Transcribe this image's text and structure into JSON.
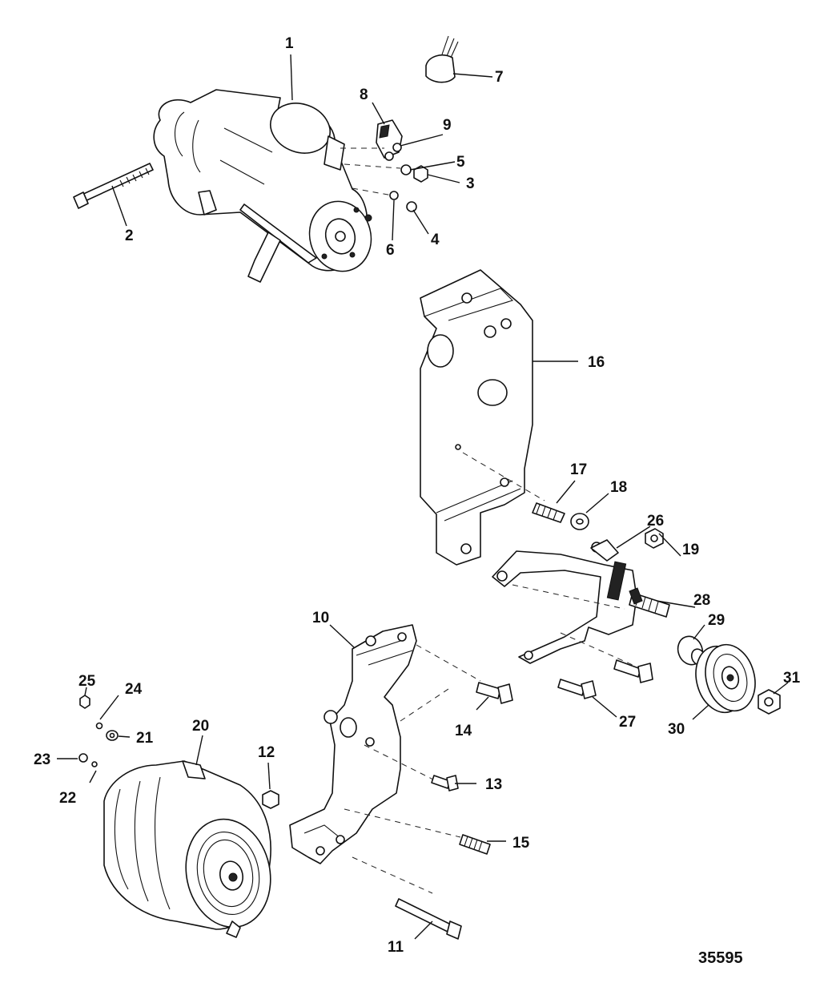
{
  "figure_number": "35595",
  "callouts": [
    {
      "id": "1",
      "label": "1"
    },
    {
      "id": "2",
      "label": "2"
    },
    {
      "id": "3",
      "label": "3"
    },
    {
      "id": "4",
      "label": "4"
    },
    {
      "id": "5",
      "label": "5"
    },
    {
      "id": "6",
      "label": "6"
    },
    {
      "id": "7",
      "label": "7"
    },
    {
      "id": "8",
      "label": "8"
    },
    {
      "id": "9",
      "label": "9"
    },
    {
      "id": "10",
      "label": "10"
    },
    {
      "id": "11",
      "label": "11"
    },
    {
      "id": "12",
      "label": "12"
    },
    {
      "id": "13",
      "label": "13"
    },
    {
      "id": "14",
      "label": "14"
    },
    {
      "id": "15",
      "label": "15"
    },
    {
      "id": "16",
      "label": "16"
    },
    {
      "id": "17",
      "label": "17"
    },
    {
      "id": "18",
      "label": "18"
    },
    {
      "id": "19",
      "label": "19"
    },
    {
      "id": "20",
      "label": "20"
    },
    {
      "id": "21",
      "label": "21"
    },
    {
      "id": "22",
      "label": "22"
    },
    {
      "id": "23",
      "label": "23"
    },
    {
      "id": "24",
      "label": "24"
    },
    {
      "id": "25",
      "label": "25"
    },
    {
      "id": "26",
      "label": "26"
    },
    {
      "id": "27",
      "label": "27"
    },
    {
      "id": "28",
      "label": "28"
    },
    {
      "id": "29",
      "label": "29"
    },
    {
      "id": "30",
      "label": "30"
    },
    {
      "id": "31",
      "label": "31"
    }
  ]
}
